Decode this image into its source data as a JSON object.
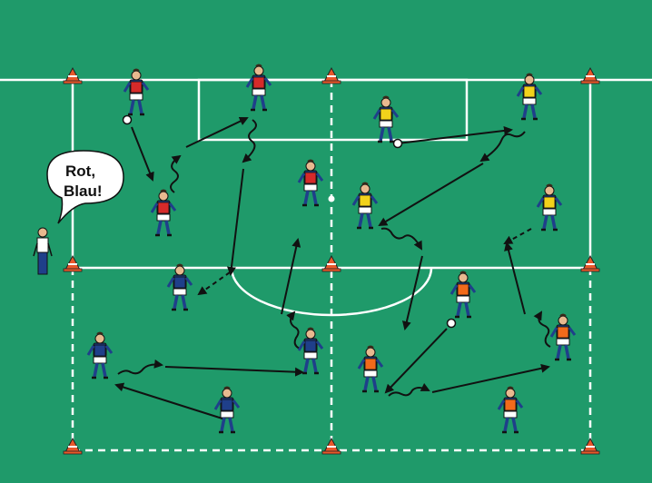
{
  "diagram": {
    "speech_bubble": {
      "line1": "Rot,",
      "line2": "Blau!"
    },
    "colors": {
      "pitch": "#1f9a6a",
      "lines": "#ffffff",
      "team_red_bib": "#d62a2a",
      "team_yellow_bib": "#f2d21b",
      "team_orange_bib": "#f26a1b",
      "team_blue_no_bib": "#1f3f8a",
      "arrow": "#111111"
    },
    "players": [
      {
        "id": "red-1",
        "team": "red"
      },
      {
        "id": "red-2",
        "team": "red"
      },
      {
        "id": "red-3",
        "team": "red"
      },
      {
        "id": "red-4",
        "team": "red"
      },
      {
        "id": "yellow-1",
        "team": "yellow"
      },
      {
        "id": "yellow-2",
        "team": "yellow"
      },
      {
        "id": "yellow-3",
        "team": "yellow"
      },
      {
        "id": "yellow-4",
        "team": "yellow"
      },
      {
        "id": "orange-1",
        "team": "orange"
      },
      {
        "id": "orange-2",
        "team": "orange"
      },
      {
        "id": "orange-3",
        "team": "orange"
      },
      {
        "id": "orange-4",
        "team": "orange"
      },
      {
        "id": "blue-1",
        "team": "blue"
      },
      {
        "id": "blue-2",
        "team": "blue"
      },
      {
        "id": "blue-3",
        "team": "blue"
      },
      {
        "id": "blue-4",
        "team": "blue"
      }
    ],
    "coach": {
      "role": "coach"
    }
  }
}
